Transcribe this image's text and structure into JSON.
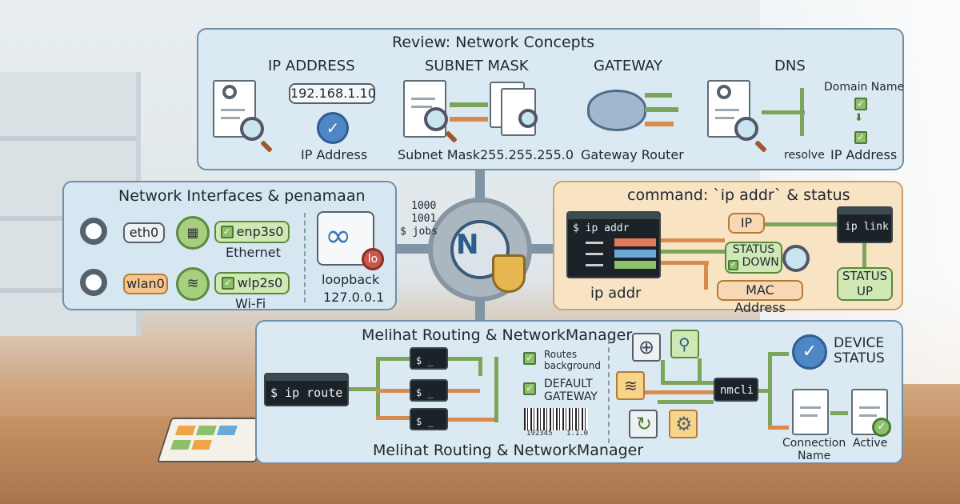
{
  "top_panel": {
    "title": "Review: Network Concepts",
    "ip": {
      "header": "IP ADDRESS",
      "value": "192.168.1.10",
      "caption": "IP Address"
    },
    "subnet": {
      "header": "SUBNET MASK",
      "caption": "Subnet Mask",
      "value": "255.255.255.0"
    },
    "gateway": {
      "header": "GATEWAY",
      "caption": "Gateway Router"
    },
    "dns": {
      "header": "DNS",
      "domain": "Domain Name",
      "resolve": "resolve",
      "ip": "IP Address"
    }
  },
  "left_panel": {
    "title": "Network Interfaces & penamaan",
    "eth_old": "eth0",
    "eth_new": "enp3s0",
    "eth_caption": "Ethernet",
    "wlan_old": "wlan0",
    "wlan_new": "wlp2s0",
    "wlan_caption": "Wi-Fi",
    "lo_badge": "lo",
    "lo_caption": "loopback",
    "lo_addr": "127.0.0.1"
  },
  "hub_text": {
    "line1": "1000",
    "line2": "1001",
    "line3": "$ jobs"
  },
  "right_panel": {
    "title": "command: `ip addr` & status",
    "term_cmd": "$ ip addr",
    "term_caption": "ip addr",
    "ip": "IP",
    "status": "STATUS",
    "down": "DOWN",
    "mac": "MAC Address",
    "ip_link": "ip link",
    "status_up_1": "STATUS",
    "status_up_2": "UP"
  },
  "bottom_panel": {
    "title": "Melihat Routing & NetworkManager",
    "subtitle": "Melihat Routing & NetworkManager",
    "ip_route": "$ ip route",
    "term_prompt": "$ _",
    "routes_1": "Routes",
    "routes_2": "background",
    "default_1": "DEFAULT",
    "default_2": "GATEWAY",
    "barcode_1": "192345",
    "barcode_2": "1.1.0",
    "nmcli": "nmcli",
    "device_1": "DEVICE",
    "device_2": "STATUS",
    "conn_1": "Connection",
    "conn_2": "Name",
    "active": "Active"
  },
  "colors": {
    "panel_blue": "#dbe9f2",
    "panel_orange": "#f8e3c3",
    "accent_green": "#7aa55a",
    "accent_orange": "#d78b4e"
  }
}
